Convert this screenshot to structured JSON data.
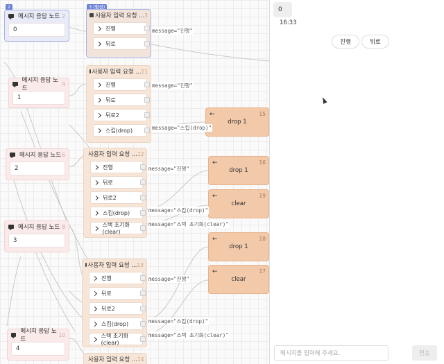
{
  "canvas": {
    "active_tag_a": "2",
    "active_tag_b": "3 (활성)",
    "msg_nodes": [
      {
        "title": "메시지 응답 노드",
        "num": "2",
        "value": "0"
      },
      {
        "title": "메시지 응답 노드",
        "num": "4",
        "value": "1"
      },
      {
        "title": "메시지 응답 노드",
        "num": "6",
        "value": "2"
      },
      {
        "title": "메시지 응답 노드",
        "num": "8",
        "value": "3"
      },
      {
        "title": "메시지 응답 노드",
        "num": "10",
        "value": "4"
      }
    ],
    "input_nodes": [
      {
        "title": "사용자 입력 요청 ...",
        "num": "3",
        "options": [
          "진행",
          "뒤로"
        ]
      },
      {
        "title": "사용자 입력 요청 ...",
        "num": "11",
        "options": [
          "진행",
          "뒤로",
          "뒤로2",
          "스킵(drop)"
        ]
      },
      {
        "title": "사용자 입력 요청 ...",
        "num": "12",
        "options": [
          "진행",
          "뒤로",
          "뒤로2",
          "스킵(drop)",
          "스택 초기화(clear)"
        ]
      },
      {
        "title": "사용자 입력 요청 ...",
        "num": "13",
        "options": [
          "진행",
          "뒤로",
          "뒤로2",
          "스킵(drop)",
          "스택 초기화(clear)"
        ]
      },
      {
        "title": "사용자 입력 요청 ...",
        "num": "14",
        "options": []
      }
    ],
    "cmd_nodes": [
      {
        "label": "drop 1",
        "num": "15"
      },
      {
        "label": "drop 1",
        "num": "16"
      },
      {
        "label": "clear",
        "num": "19"
      },
      {
        "label": "drop 1",
        "num": "18"
      },
      {
        "label": "clear",
        "num": "17"
      }
    ],
    "edge_labels": [
      "message=\"진행\"",
      "message=\"진행\"",
      "message=\"스킵(drop)\"",
      "message=\"진행\"",
      "message=\"스킵(drop)\"",
      "message=\"스택 초기화(clear)\"",
      "message=\"진행\"",
      "message=\"스킵(drop)\"",
      "message=\"스택 초기화(clear)\""
    ]
  },
  "chat": {
    "bot_message": "0",
    "timestamp": "16:33",
    "quick_replies": [
      "진행",
      "뒤로"
    ],
    "input_placeholder": "메시지를 입력해 주세요.",
    "send_label": "전송"
  }
}
